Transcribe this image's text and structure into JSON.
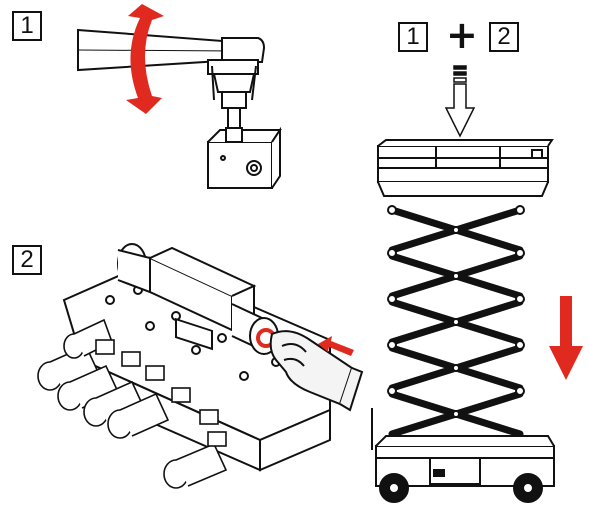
{
  "steps": {
    "step1_label": "1",
    "step2_label": "2",
    "combo_left": "1",
    "combo_operator": "+",
    "combo_right": "2"
  },
  "colors": {
    "arrow_red": "#e02a20",
    "line": "#111111",
    "skin": "#f4f4f4"
  },
  "icons": {
    "rotate": "rotate-arrow-icon",
    "push": "push-arrow-icon",
    "down": "down-arrow-icon"
  }
}
